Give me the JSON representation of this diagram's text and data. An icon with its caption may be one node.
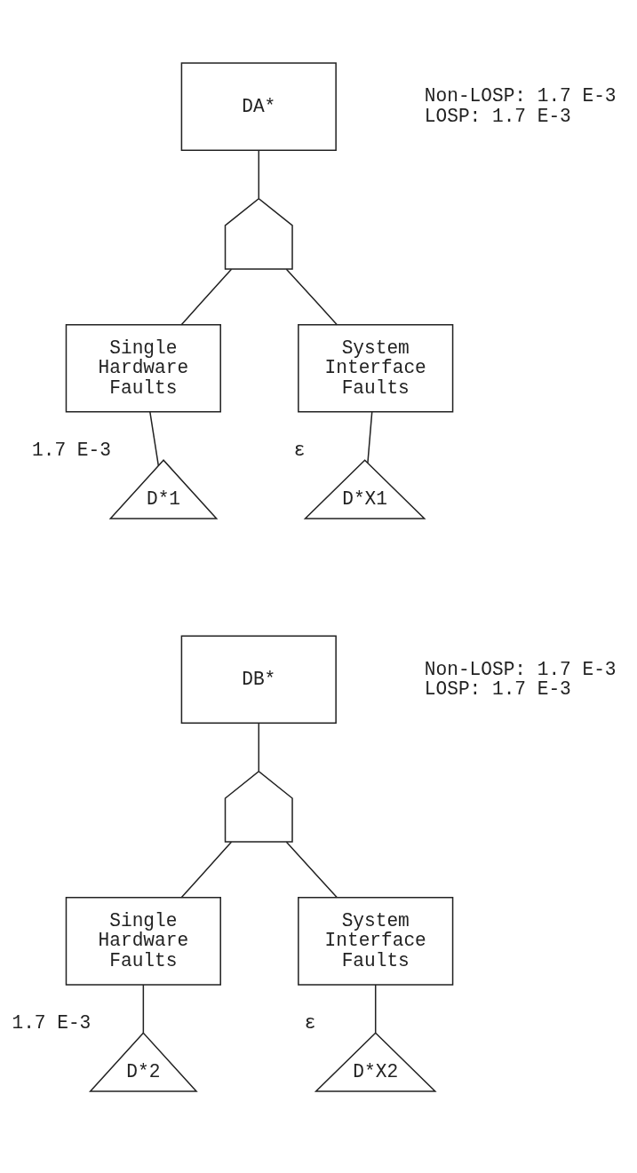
{
  "diagram": {
    "nodes": [
      {
        "text": [
          "DA*"
        ],
        "beside": [
          "Non-LOSP: 1.7 E-3",
          "LOSP: 1.7 E-3"
        ]
      },
      {
        "text": [],
        "shape": "gate"
      },
      {
        "text": [
          "Single Hardware Faults"
        ]
      },
      {
        "text": [
          "System Interface Faults"
        ]
      },
      {
        "text": [
          "D*1"
        ],
        "beside": [
          "1.7 E-3"
        ]
      },
      {
        "text": [
          "D*X1"
        ],
        "beside": [
          "ε"
        ]
      },
      {
        "text": [
          "DB*"
        ],
        "beside": [
          "Non-LOSP: 1.7 E-3",
          "LOSP: 1.7 E-3"
        ]
      },
      {
        "text": [],
        "shape": "gate"
      },
      {
        "text": [
          "Single Hardware Faults"
        ]
      },
      {
        "text": [
          "System Interface Faults"
        ]
      },
      {
        "text": [
          "D*2"
        ],
        "beside": [
          "1.7 E-3"
        ]
      },
      {
        "text": [
          "D*X2"
        ],
        "beside": [
          "ε"
        ]
      }
    ],
    "edges": [
      {
        "from": 0,
        "to": 1,
        "arrow": "none"
      },
      {
        "from": 1,
        "to": 2,
        "arrow": "none"
      },
      {
        "from": 1,
        "to": 3,
        "arrow": "none"
      },
      {
        "from": 2,
        "to": 4,
        "arrow": "none"
      },
      {
        "from": 3,
        "to": 5,
        "arrow": "none"
      },
      {
        "from": 6,
        "to": 7,
        "arrow": "none"
      },
      {
        "from": 7,
        "to": 8,
        "arrow": "none"
      },
      {
        "from": 7,
        "to": 9,
        "arrow": "none"
      },
      {
        "from": 8,
        "to": 10,
        "arrow": "none"
      },
      {
        "from": 9,
        "to": 11,
        "arrow": "none"
      }
    ]
  }
}
